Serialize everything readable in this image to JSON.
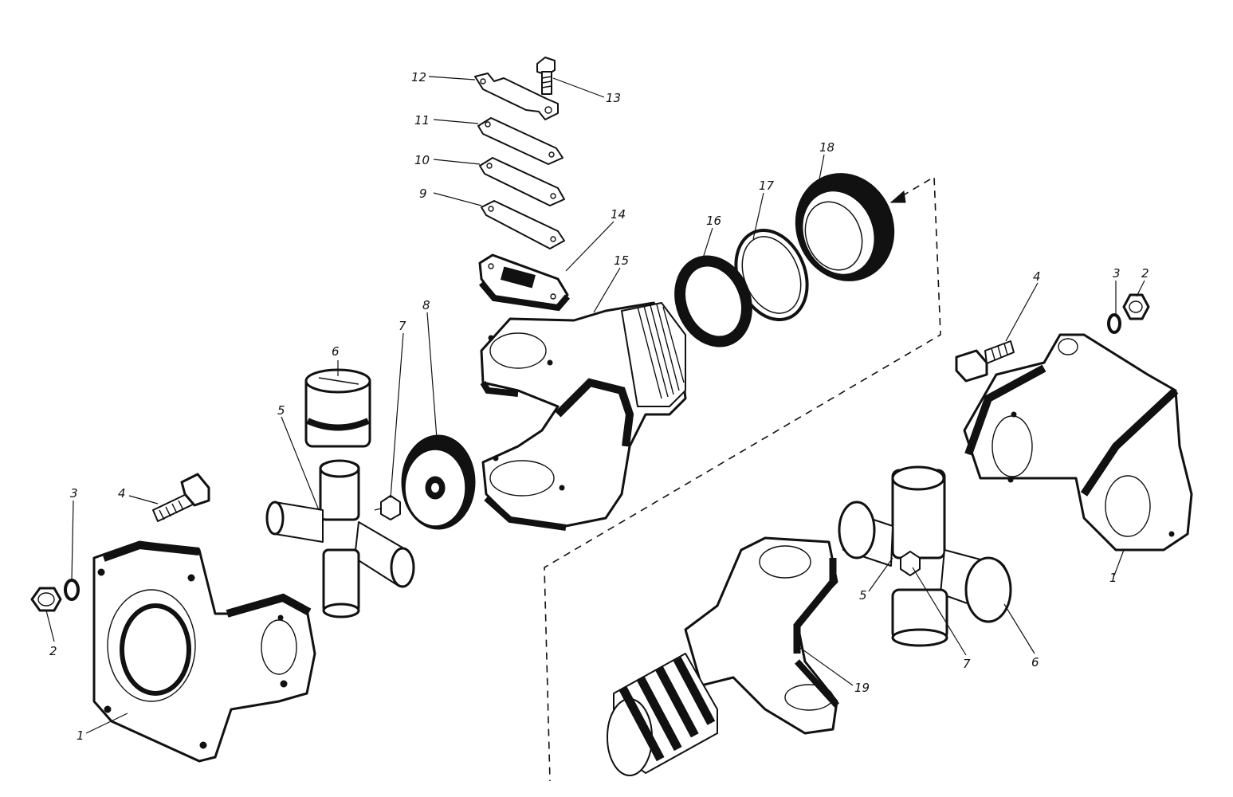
{
  "diagram": {
    "callouts": [
      {
        "key": "c1a",
        "text": "1"
      },
      {
        "key": "c1b",
        "text": "1"
      },
      {
        "key": "c2a",
        "text": "2"
      },
      {
        "key": "c2b",
        "text": "2"
      },
      {
        "key": "c3a",
        "text": "3"
      },
      {
        "key": "c3b",
        "text": "3"
      },
      {
        "key": "c4a",
        "text": "4"
      },
      {
        "key": "c4b",
        "text": "4"
      },
      {
        "key": "c5a",
        "text": "5"
      },
      {
        "key": "c5b",
        "text": "5"
      },
      {
        "key": "c6a",
        "text": "6"
      },
      {
        "key": "c6b",
        "text": "6"
      },
      {
        "key": "c7a",
        "text": "7"
      },
      {
        "key": "c7b",
        "text": "7"
      },
      {
        "key": "c8",
        "text": "8"
      },
      {
        "key": "c9",
        "text": "9"
      },
      {
        "key": "c10",
        "text": "10"
      },
      {
        "key": "c11",
        "text": "11"
      },
      {
        "key": "c12",
        "text": "12"
      },
      {
        "key": "c13",
        "text": "13"
      },
      {
        "key": "c14",
        "text": "14"
      },
      {
        "key": "c15",
        "text": "15"
      },
      {
        "key": "c16",
        "text": "16"
      },
      {
        "key": "c17",
        "text": "17"
      },
      {
        "key": "c18",
        "text": "18"
      },
      {
        "key": "c19",
        "text": "19"
      }
    ]
  }
}
